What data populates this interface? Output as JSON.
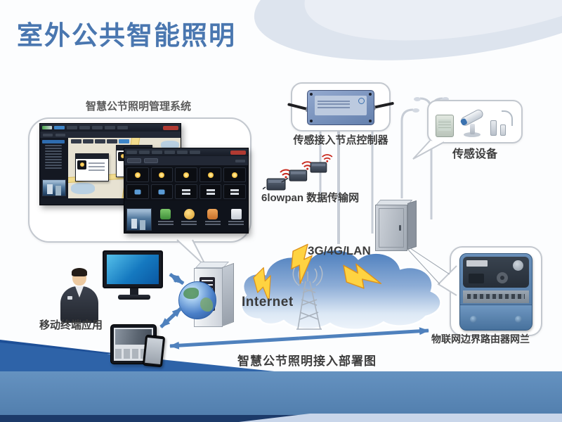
{
  "slide": {
    "title": "室外公共智能照明",
    "caption": "智慧公节照明接入部署图"
  },
  "labels": {
    "management_system": "智慧公节照明管理系统",
    "controller": "传感接入节点控制器",
    "sensor_devices": "传感设备",
    "lowpan": "6lowpan 数据传输网",
    "wan": "3G/4G/LAN",
    "internet": "Internet",
    "mobile_app": "移动终端应用",
    "iot_router": "物联网边界路由器网兰"
  },
  "colors": {
    "title_blue": "#4a77b0",
    "band_blue": "#5c88b8",
    "wedge_blue": "#2e63a8",
    "footer_navy": "#1c3a69",
    "cloud_blue": "#4a7dbd",
    "bolt_yellow": "#ffd341",
    "arrow_blue": "#4f81bd",
    "wifi_red": "#c8281c",
    "label_dark": "#3d3d3d"
  }
}
